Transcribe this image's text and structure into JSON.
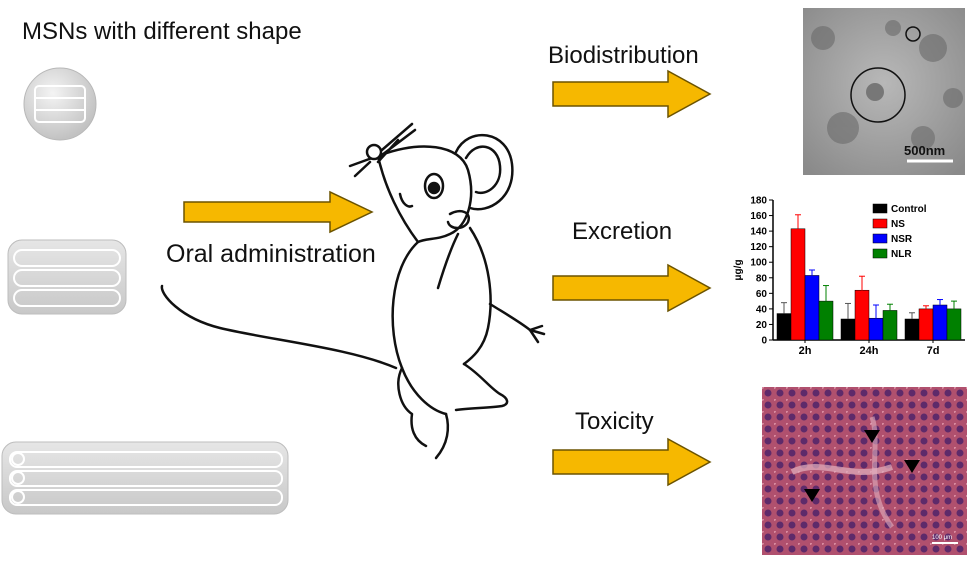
{
  "title": "MSNs with different shape",
  "labels": {
    "oral": "Oral administration",
    "biodistribution": "Biodistribution",
    "excretion": "Excretion",
    "toxicity": "Toxicity"
  },
  "tem_image": {
    "scale_label": "500nm"
  },
  "histology_image": {
    "scale_label": "100 μm"
  },
  "colors": {
    "arrow_fill": "#F6B800",
    "arrow_stroke": "#6b5300",
    "particle": "#d2d2d2"
  },
  "chart_data": {
    "type": "bar",
    "categories": [
      "2h",
      "24h",
      "7d"
    ],
    "series": [
      {
        "name": "Control",
        "color": "#000000",
        "values": [
          34,
          27,
          27
        ],
        "errors": [
          14,
          20,
          8
        ]
      },
      {
        "name": "NS",
        "color": "#ff0000",
        "values": [
          143,
          64,
          40
        ],
        "errors": [
          18,
          18,
          4
        ]
      },
      {
        "name": "NSR",
        "color": "#0000ff",
        "values": [
          83,
          28,
          45
        ],
        "errors": [
          7,
          17,
          7
        ]
      },
      {
        "name": "NLR",
        "color": "#008000",
        "values": [
          50,
          38,
          40
        ],
        "errors": [
          20,
          8,
          10
        ]
      }
    ],
    "ylabel": "μg/g",
    "ylim": [
      0,
      180
    ],
    "yticks": [
      0,
      20,
      40,
      60,
      80,
      100,
      120,
      140,
      160,
      180
    ],
    "legend_position": "top-right"
  }
}
